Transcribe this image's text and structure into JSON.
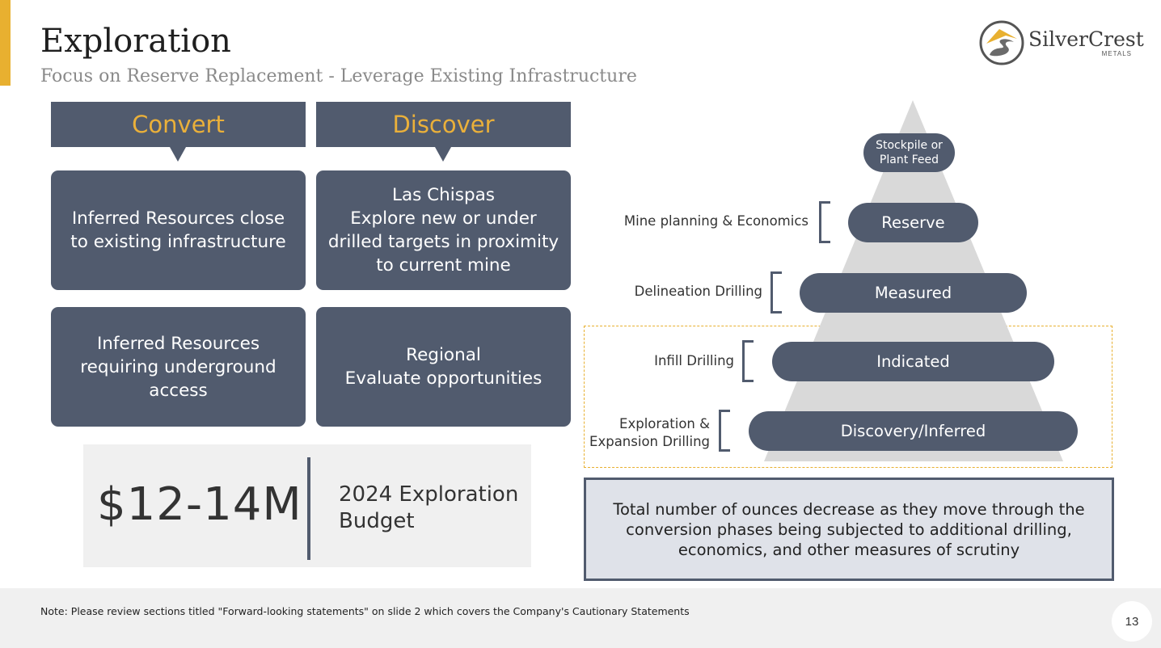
{
  "header": {
    "title": "Exploration",
    "subtitle": "Focus on Reserve Replacement - Leverage Existing Infrastructure"
  },
  "logo": {
    "name": "SilverCrest",
    "tagline": "METALS"
  },
  "columns": {
    "convert": {
      "heading": "Convert",
      "card1": "Inferred Resources close\nto existing infrastructure",
      "card2": "Inferred Resources\nrequiring underground\naccess"
    },
    "discover": {
      "heading": "Discover",
      "card1": "Las Chispas\nExplore new or under\ndrilled targets in proximity\nto current mine",
      "card2": "Regional\nEvaluate opportunities"
    }
  },
  "budget": {
    "amount": "$12-14M",
    "label": "2024 Exploration Budget"
  },
  "pyramid": {
    "top": "Stockpile or\nPlant Feed",
    "levels": [
      {
        "stage": "Reserve",
        "activity": "Mine planning & Economics"
      },
      {
        "stage": "Measured",
        "activity": "Delineation Drilling"
      },
      {
        "stage": "Indicated",
        "activity": "Infill Drilling"
      },
      {
        "stage": "Discovery/Inferred",
        "activity": "Exploration &\nExpansion Drilling"
      }
    ],
    "note": "Total number of ounces decrease as they move through the\nconversion phases being subjected to additional drilling,\neconomics, and other measures of scrutiny"
  },
  "footer": {
    "note": "Note: Please review sections titled \"Forward-looking statements\" on slide 2 which covers the Company's Cautionary Statements",
    "page_number": "13"
  },
  "colors": {
    "accent": "#e8b030",
    "panel": "#515b6e",
    "pyramid_fill": "#d9d9d9"
  }
}
